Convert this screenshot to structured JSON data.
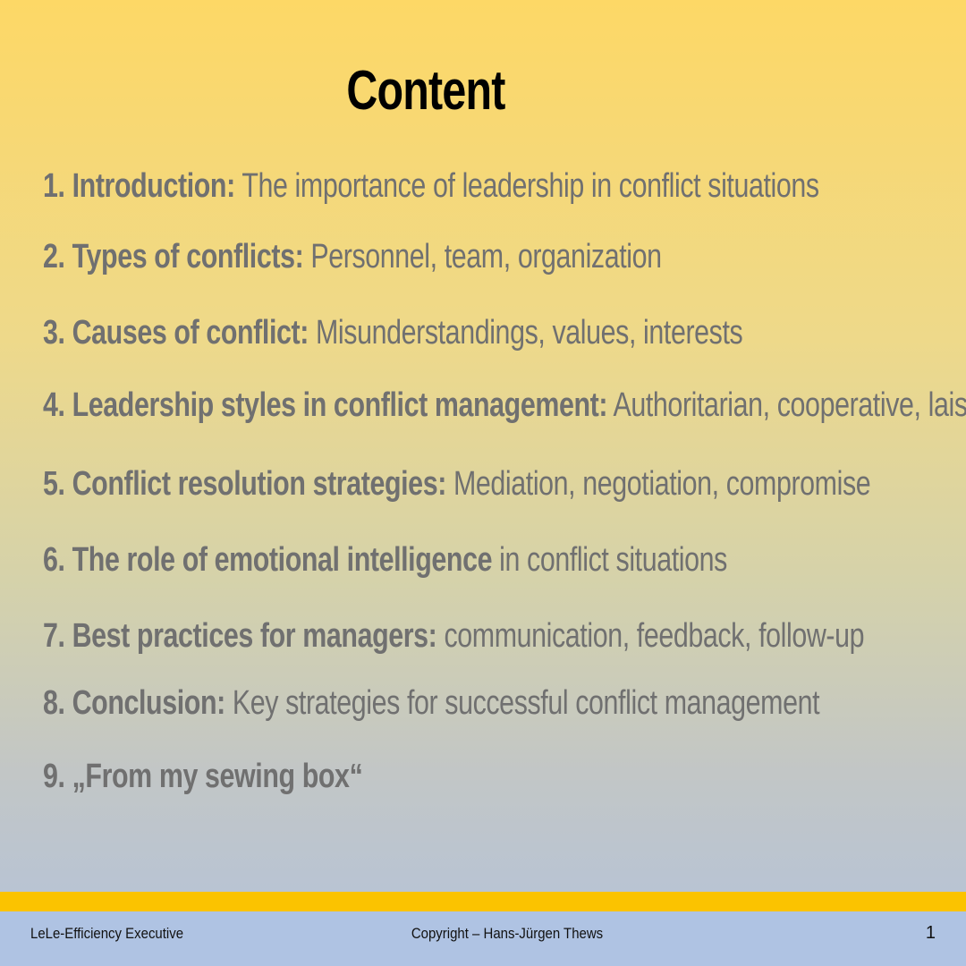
{
  "slide": {
    "title": "Content",
    "items": [
      {
        "lead": "1. Introduction:",
        "rest": " The importance of leadership in conflict situations"
      },
      {
        "lead": "2. Types of conflicts:",
        "rest": " Personnel, team, organization"
      },
      {
        "lead": "3. Causes of conflict:",
        "rest": " Misunderstandings, values, interests"
      },
      {
        "lead": "4. Leadership styles in conflict management:",
        "rest": " Authoritarian, cooperative, laissez-faire"
      },
      {
        "lead": "5. Conflict resolution strategies:",
        "rest": " Mediation, negotiation, compromise"
      },
      {
        "lead": "6. The role of emotional intelligence",
        "rest": " in conflict situations"
      },
      {
        "lead": "7. Best practices for managers:",
        "rest": " communication, feedback, follow-up"
      },
      {
        "lead": "8. Conclusion:",
        "rest": " Key strategies for successful conflict management"
      },
      {
        "lead": "9. „From my sewing box“",
        "rest": ""
      }
    ]
  },
  "footer": {
    "left": "LeLe-Efficiency Executive",
    "center": "Copyright – Hans-Jürgen Thews",
    "page_number": "1"
  },
  "colors": {
    "title_text": "#000000",
    "item_text": "#707070",
    "stripe": "#fbc300",
    "footer_bg": "#afc3e3",
    "gradient_top": "#fdd866",
    "gradient_bottom": "#b3c3db"
  }
}
